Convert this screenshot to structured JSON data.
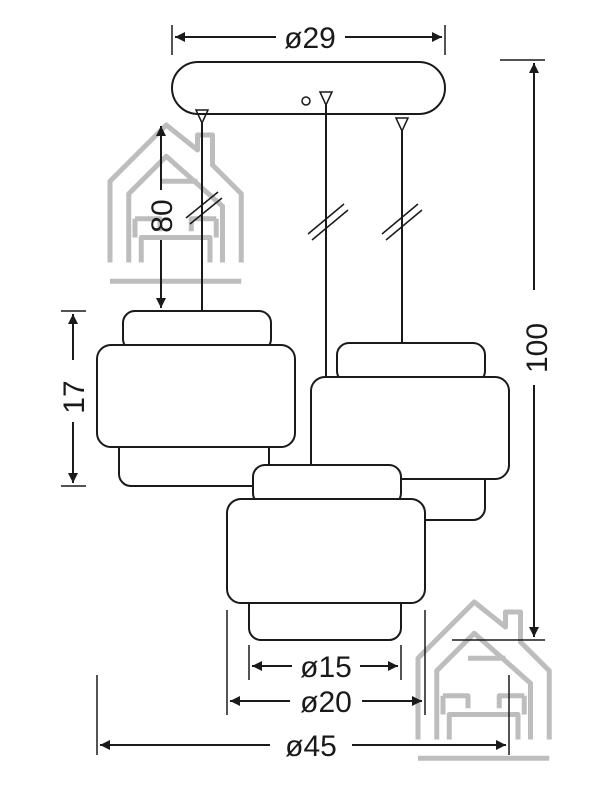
{
  "dimensions": {
    "canopy_diameter": "ø29",
    "drop_length": "80",
    "shade_height": "17",
    "total_height": "100",
    "inner_diameter": "ø15",
    "outer_diameter": "ø20",
    "total_width": "ø45"
  },
  "icons": {
    "watermark_top": "house-sofa-watermark",
    "watermark_bottom": "house-sofa-watermark"
  }
}
